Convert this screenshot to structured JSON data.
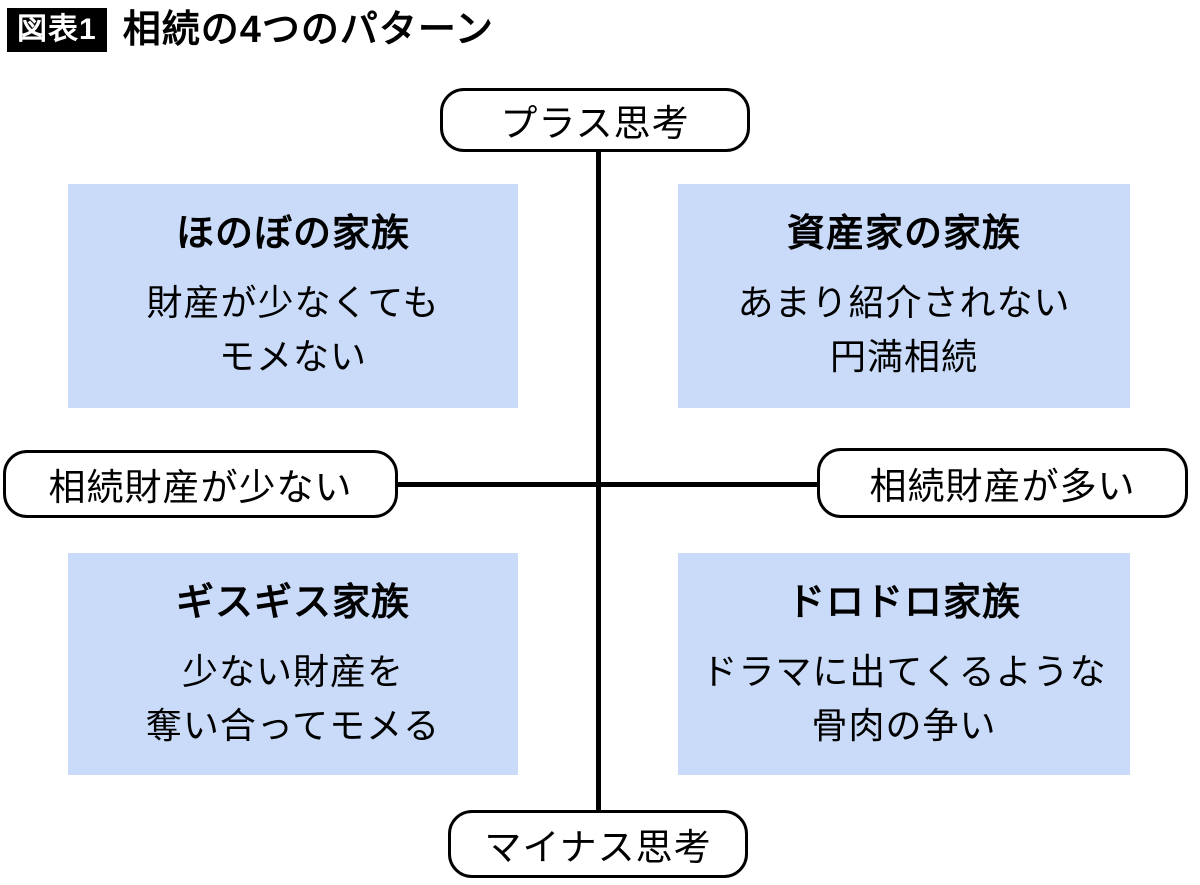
{
  "header": {
    "badge": "図表1",
    "title": "相続の4つのパターン"
  },
  "axes": {
    "top_label": "プラス思考",
    "bottom_label": "マイナス思考",
    "left_label": "相続財産が少ない",
    "right_label": "相続財産が多い"
  },
  "quadrants": {
    "top_left": {
      "title": "ほのぼの家族",
      "line1": "財産が少なくても",
      "line2": "モメない"
    },
    "top_right": {
      "title": "資産家の家族",
      "line1": "あまり紹介されない",
      "line2": "円満相続"
    },
    "bottom_left": {
      "title": "ギスギス家族",
      "line1": "少ない財産を",
      "line2": "奪い合ってモメる"
    },
    "bottom_right": {
      "title": "ドロドロ家族",
      "line1": "ドラマに出てくるような",
      "line2": "骨肉の争い"
    }
  },
  "colors": {
    "box_fill": "#C9DBF9",
    "line": "#000000",
    "badge_bg": "#000000",
    "badge_text": "#ffffff",
    "text": "#000000"
  }
}
